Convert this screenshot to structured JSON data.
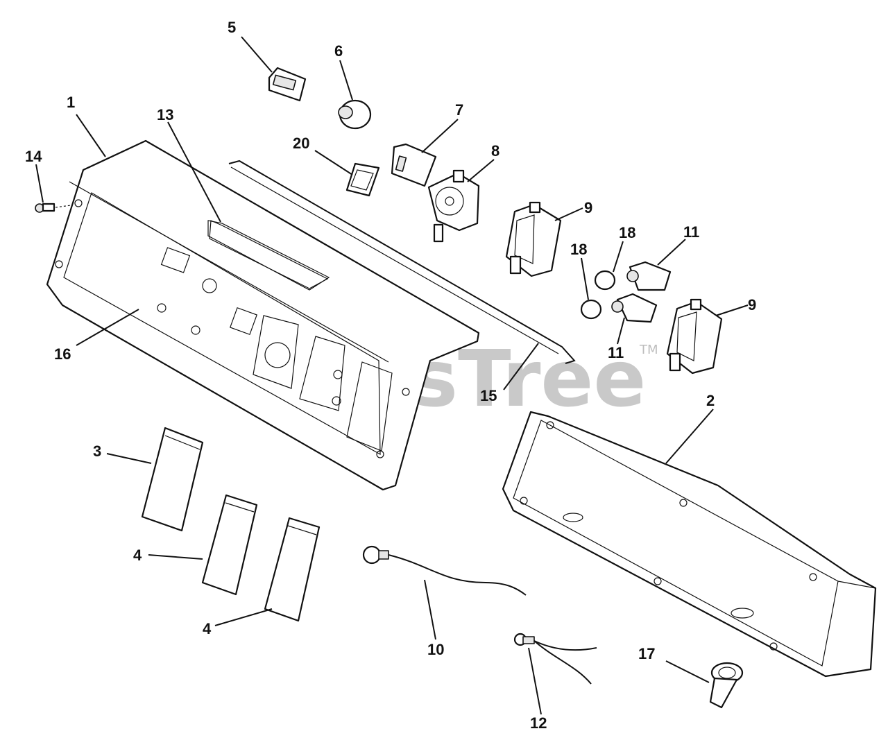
{
  "watermark": {
    "text": "PartsTree",
    "trademark": "TM"
  },
  "callouts": [
    "1",
    "2",
    "3",
    "4",
    "4",
    "5",
    "6",
    "7",
    "8",
    "9",
    "9",
    "10",
    "11",
    "11",
    "12",
    "13",
    "14",
    "15",
    "16",
    "17",
    "18",
    "18",
    "20"
  ]
}
